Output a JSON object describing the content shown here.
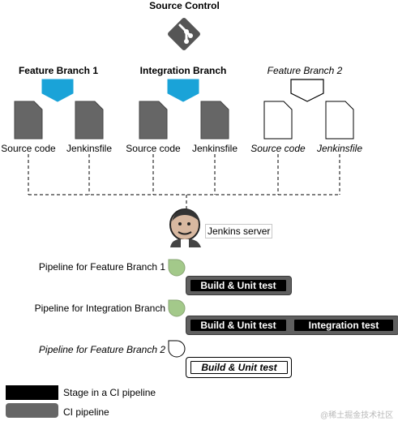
{
  "title": "Source Control",
  "branches": [
    {
      "name": "Feature Branch 1",
      "files": [
        "Source code",
        "Jenkinsfile"
      ]
    },
    {
      "name": "Integration Branch",
      "files": [
        "Source code",
        "Jenkinsfile"
      ]
    },
    {
      "name": "Feature Branch 2",
      "files": [
        "Source code",
        "Jenkinsfile"
      ]
    }
  ],
  "server": {
    "label": "Jenkins server"
  },
  "pipelines": [
    {
      "label": "Pipeline for Feature Branch 1",
      "stages": [
        "Build & Unit test"
      ]
    },
    {
      "label": "Pipeline for Integration Branch",
      "stages": [
        "Build & Unit test",
        "Integration test"
      ]
    },
    {
      "label": "Pipeline for Feature Branch 2",
      "stages": [
        "Build & Unit test"
      ]
    }
  ],
  "legend": [
    {
      "label": "Stage in a CI pipeline"
    },
    {
      "label": "CI pipeline"
    }
  ],
  "watermark": "@稀土掘金技术社区",
  "colors": {
    "branch_marker": "#1aa3d8",
    "pipeline": "#5f5f5f",
    "stage": "#000000",
    "pipeline_dot": "#a3c98a"
  }
}
